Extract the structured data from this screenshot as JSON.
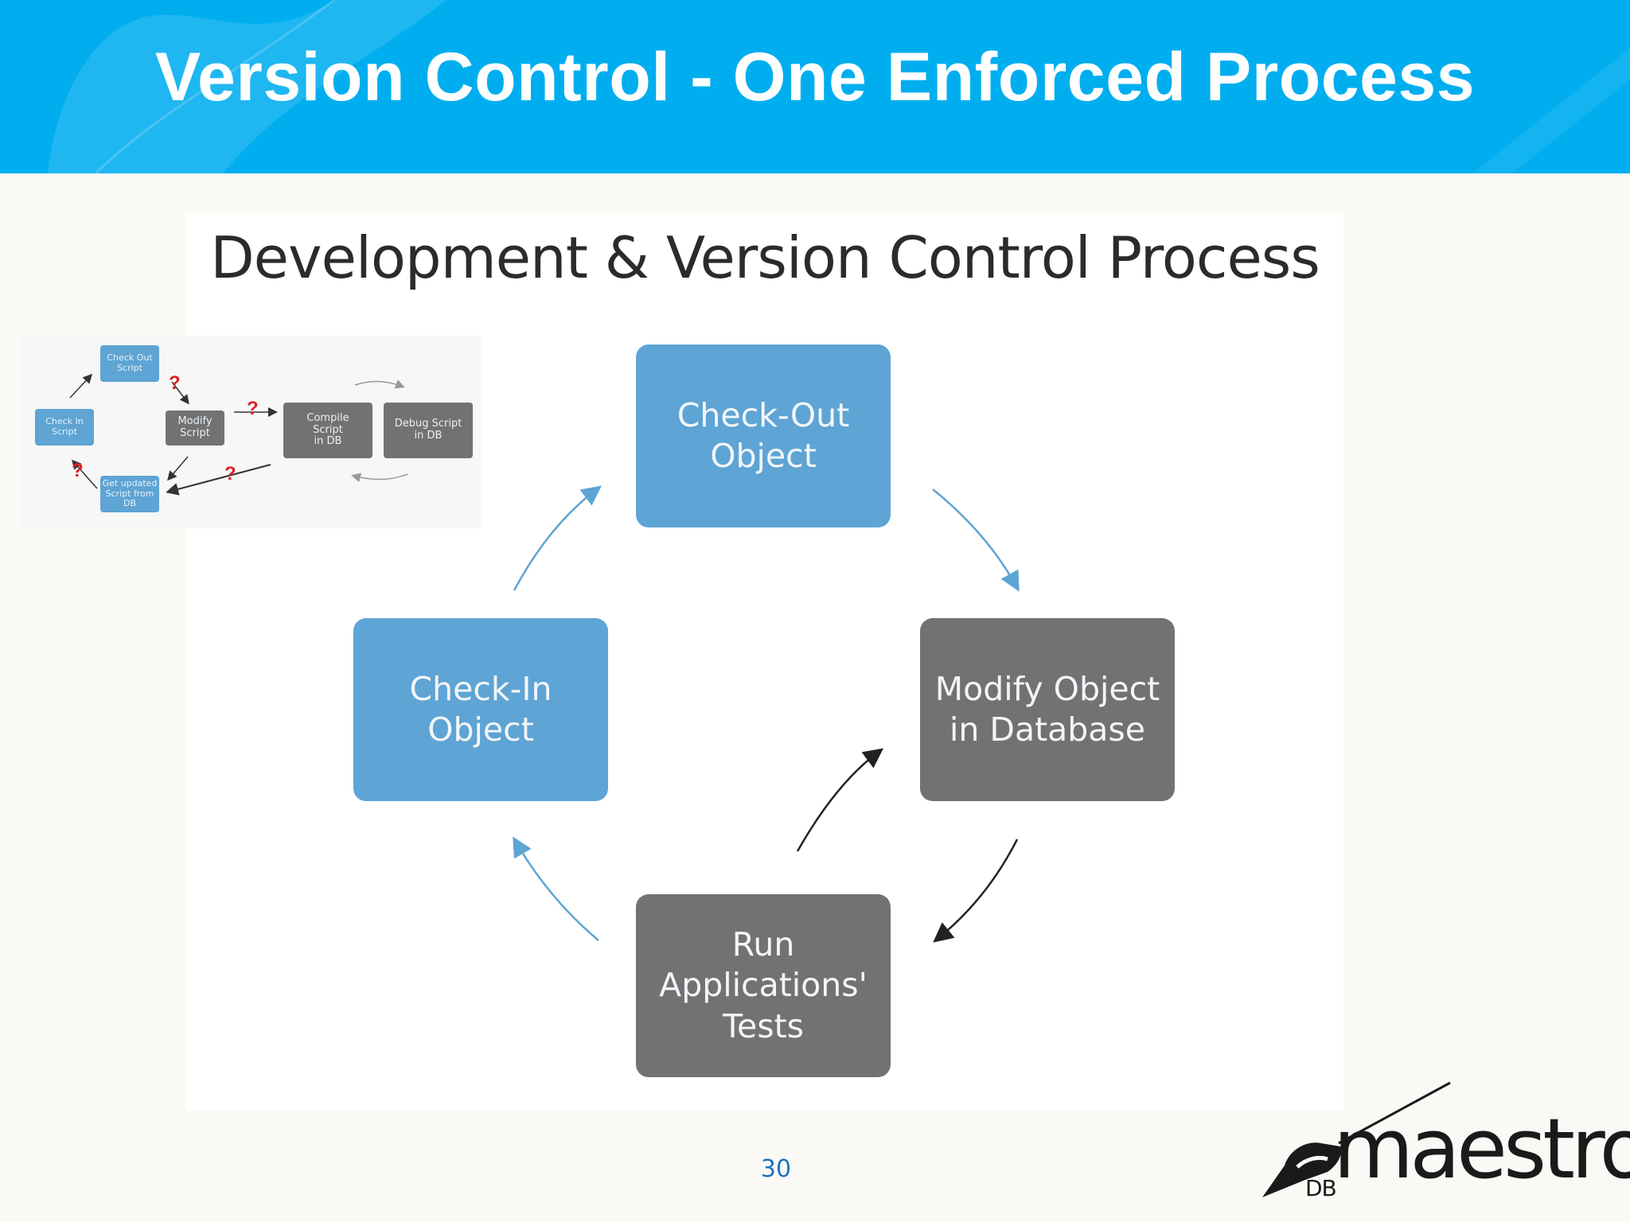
{
  "header": {
    "title": "Version Control - One Enforced Process"
  },
  "slide": {
    "heading": "Development & Version Control Process",
    "boxes": {
      "checkout": "Check-Out\nObject",
      "modify": "Modify Object\nin Database",
      "tests": "Run\nApplications'\nTests",
      "checkin": "Check-In\nObject"
    }
  },
  "inset": {
    "question_mark": "?",
    "boxes": {
      "checkout": "Check Out\nScript",
      "checkin": "Check In\nScript",
      "modify": "Modify Script",
      "compile": "Compile\nScript\nin DB",
      "debug": "Debug Script\nin DB",
      "get_updated": "Get updated\nScript from DB"
    }
  },
  "footer": {
    "page_number": "30",
    "logo_brand": "maestro",
    "logo_prefix": "DB"
  },
  "colors": {
    "header": "#00aeef",
    "blue_box": "#5ea4d4",
    "gray_box": "#727272",
    "arrow_blue": "#5ea4d4",
    "arrow_dark": "#222222",
    "question_red": "#e02020"
  }
}
